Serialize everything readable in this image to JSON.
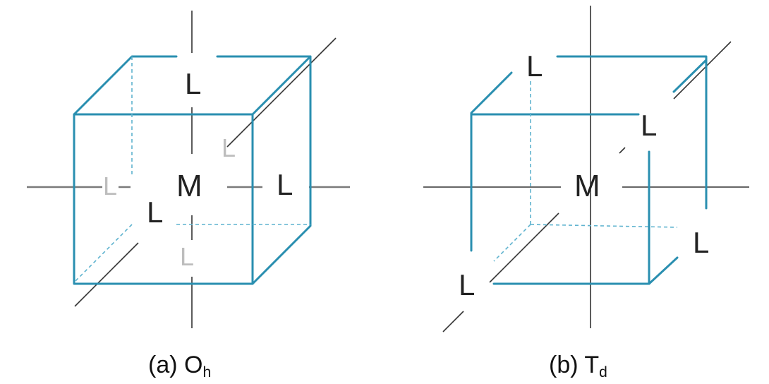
{
  "panels": [
    {
      "id": "a",
      "caption_prefix": "(a) ",
      "symbol": "O",
      "symbol_sub": "h",
      "metal_label": "M",
      "ligand_label": "L"
    },
    {
      "id": "b",
      "caption_prefix": "(b) ",
      "symbol": "T",
      "symbol_sub": "d",
      "metal_label": "M",
      "ligand_label": "L"
    }
  ],
  "colors": {
    "cube_edge": "#2a8fb0",
    "hidden_edge": "#5fb3cf",
    "axis": "#333333",
    "faint_label": "#bdbdbd"
  }
}
